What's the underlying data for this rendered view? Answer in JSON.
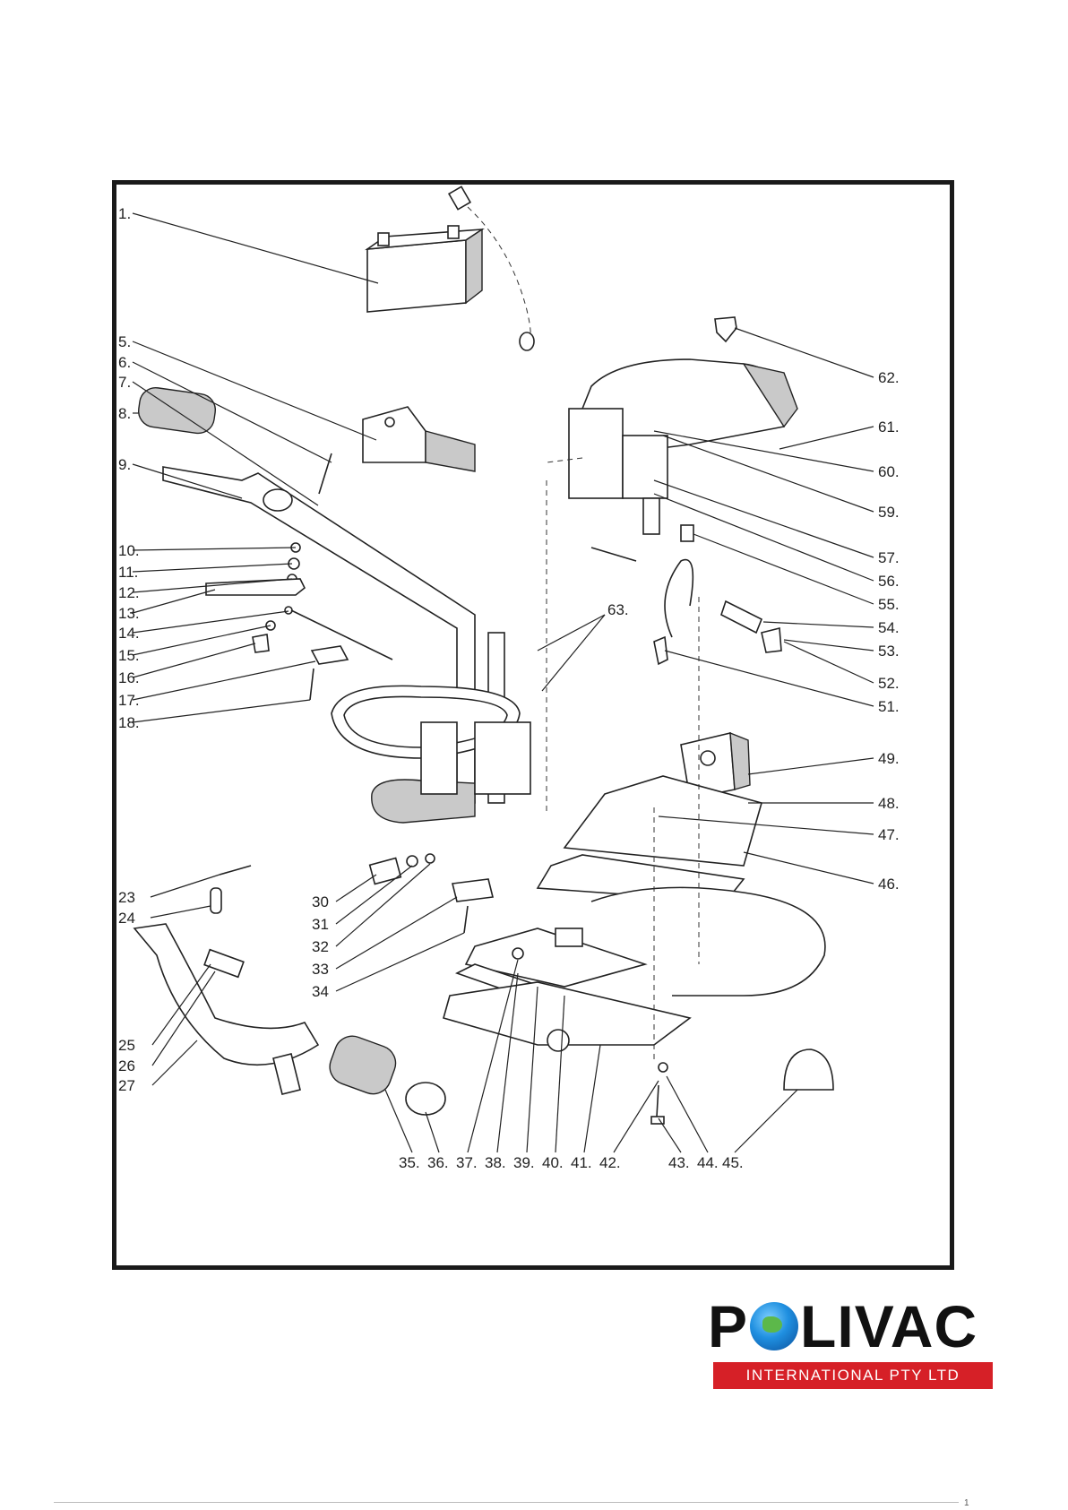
{
  "diagram": {
    "labels": [
      "1.",
      "5.",
      "6.",
      "7.",
      "8.",
      "9.",
      "10.",
      "11.",
      "12.",
      "13.",
      "14.",
      "15.",
      "16.",
      "17.",
      "18.",
      "23",
      "24",
      "25",
      "26",
      "27",
      "30",
      "31",
      "32",
      "33",
      "34",
      "35.",
      "36.",
      "37.",
      "38.",
      "39.",
      "40.",
      "41.",
      "42.",
      "43.",
      "44.",
      "45.",
      "46.",
      "47.",
      "48.",
      "49.",
      "51.",
      "52.",
      "53.",
      "54.",
      "55.",
      "56.",
      "57.",
      "59.",
      "60.",
      "61.",
      "62.",
      "63."
    ]
  },
  "logo": {
    "word_start": "P",
    "word_mid": "LI",
    "word_end": "VAC",
    "subtitle": "INTERNATIONAL PTY LTD"
  },
  "colors": {
    "brand_red": "#d62027",
    "frame": "#1a1a1a"
  },
  "page_mark": "1"
}
